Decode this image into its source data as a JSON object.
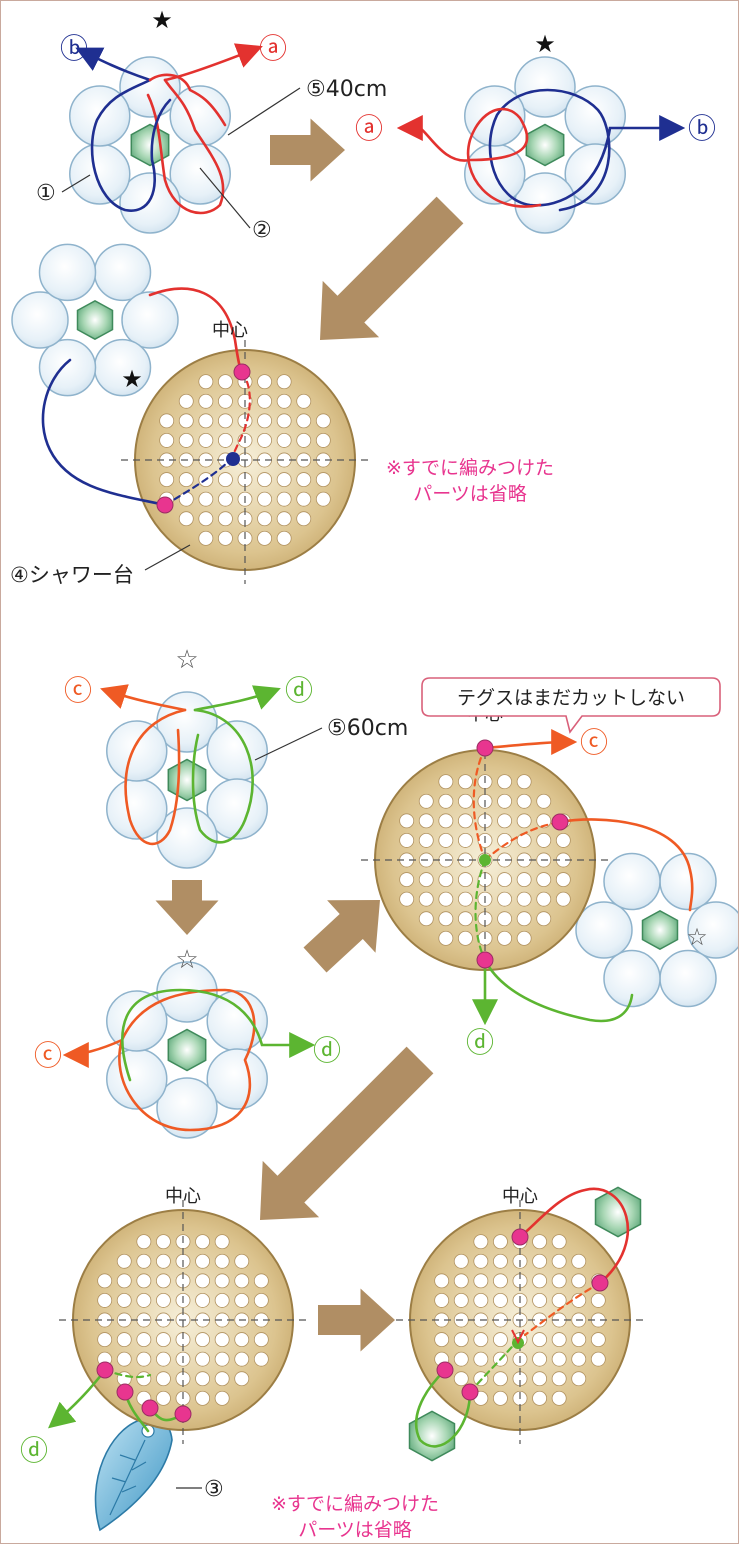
{
  "colors": {
    "red": "#e3322f",
    "blue": "#1f2f91",
    "orange": "#ef5a24",
    "green": "#5cb531",
    "magenta": "#e8358f",
    "arrow": "#b08e64",
    "bead_fill": "#e9f2f8",
    "bead_stroke": "#8fb3cc",
    "gem": "#74b58a",
    "disc": "#d6bd86",
    "disc_stroke": "#9c7e45",
    "leaf": "#4fa4cf"
  },
  "icons": {
    "black_star": "★",
    "white_star": "☆",
    "circled_a": "ⓐ",
    "circled_b": "ⓑ",
    "circled_c": "ⓒ",
    "circled_d": "ⓓ"
  },
  "labels": {
    "a": "ⓐ",
    "b": "ⓑ",
    "c": "ⓒ",
    "d": "ⓓ",
    "wire_40": "⑤40cm",
    "wire_60": "⑤60cm",
    "part_1": "①",
    "part_2": "②",
    "part_3": "③",
    "shower_base": "④シャワー台",
    "center": "中心",
    "omitted_line1": "※すでに編みつけた",
    "omitted_line2": "パーツは省略",
    "dont_cut": "テグスはまだカットしない"
  }
}
